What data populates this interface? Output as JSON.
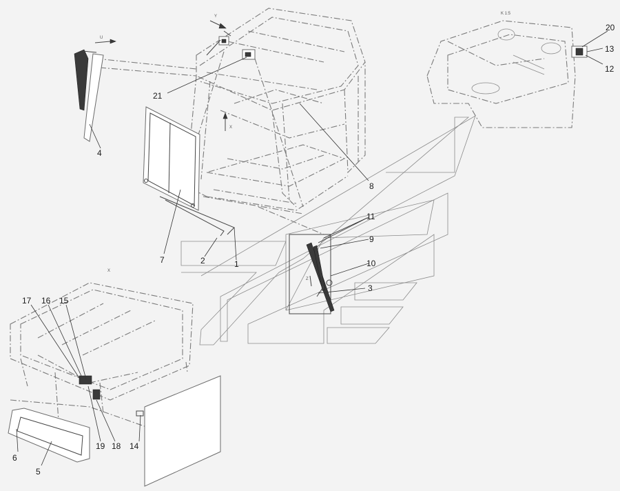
{
  "views": {
    "view_u": "U",
    "view_y": "Y",
    "view_x_arrow": "X",
    "view_x_title": "X",
    "view_z": "Z",
    "view_k": "K 1:5"
  },
  "callouts": [
    "1",
    "2",
    "3",
    "4",
    "5",
    "6",
    "7",
    "8",
    "9",
    "10",
    "11",
    "12",
    "13",
    "14",
    "15",
    "16",
    "17",
    "18",
    "19",
    "20",
    "21"
  ]
}
